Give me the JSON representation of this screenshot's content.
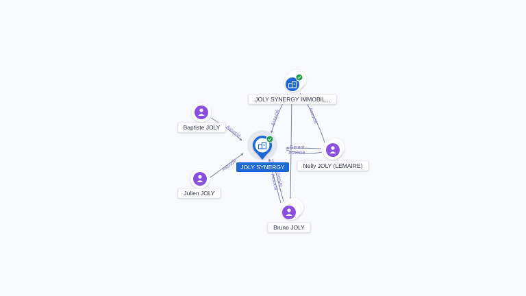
{
  "nodes": {
    "center": {
      "label": "JOLY SYNERGY",
      "kind": "company",
      "verified": true
    },
    "immobil": {
      "label": "JOLY SYNERGY IMMOBIL...",
      "kind": "company",
      "verified": true
    },
    "baptiste": {
      "label": "Baptiste JOLY",
      "kind": "person"
    },
    "julien": {
      "label": "Julien JOLY",
      "kind": "person"
    },
    "nelly": {
      "label": "Nelly JOLY (LEMAIRE)",
      "kind": "person"
    },
    "bruno": {
      "label": "Bruno JOLY",
      "kind": "person"
    }
  },
  "edges": {
    "baptiste_center": "Associé",
    "julien_center": "Associé",
    "immobil_center": "Associé",
    "immobil_nelly": "Associé",
    "nelly_center_1": "Gérant",
    "nelly_center_2": "Associé",
    "bruno_center_1": "Gérant",
    "bruno_center_2": "Associé"
  },
  "colors": {
    "company": "#1c67d6",
    "person": "#8b4fe0",
    "verified": "#1a9e4b",
    "edge": "#7b86a3",
    "edge_label": "#7f76c9"
  },
  "icons": {
    "company": "building-icon",
    "person": "person-icon",
    "verified": "check-badge-icon"
  }
}
